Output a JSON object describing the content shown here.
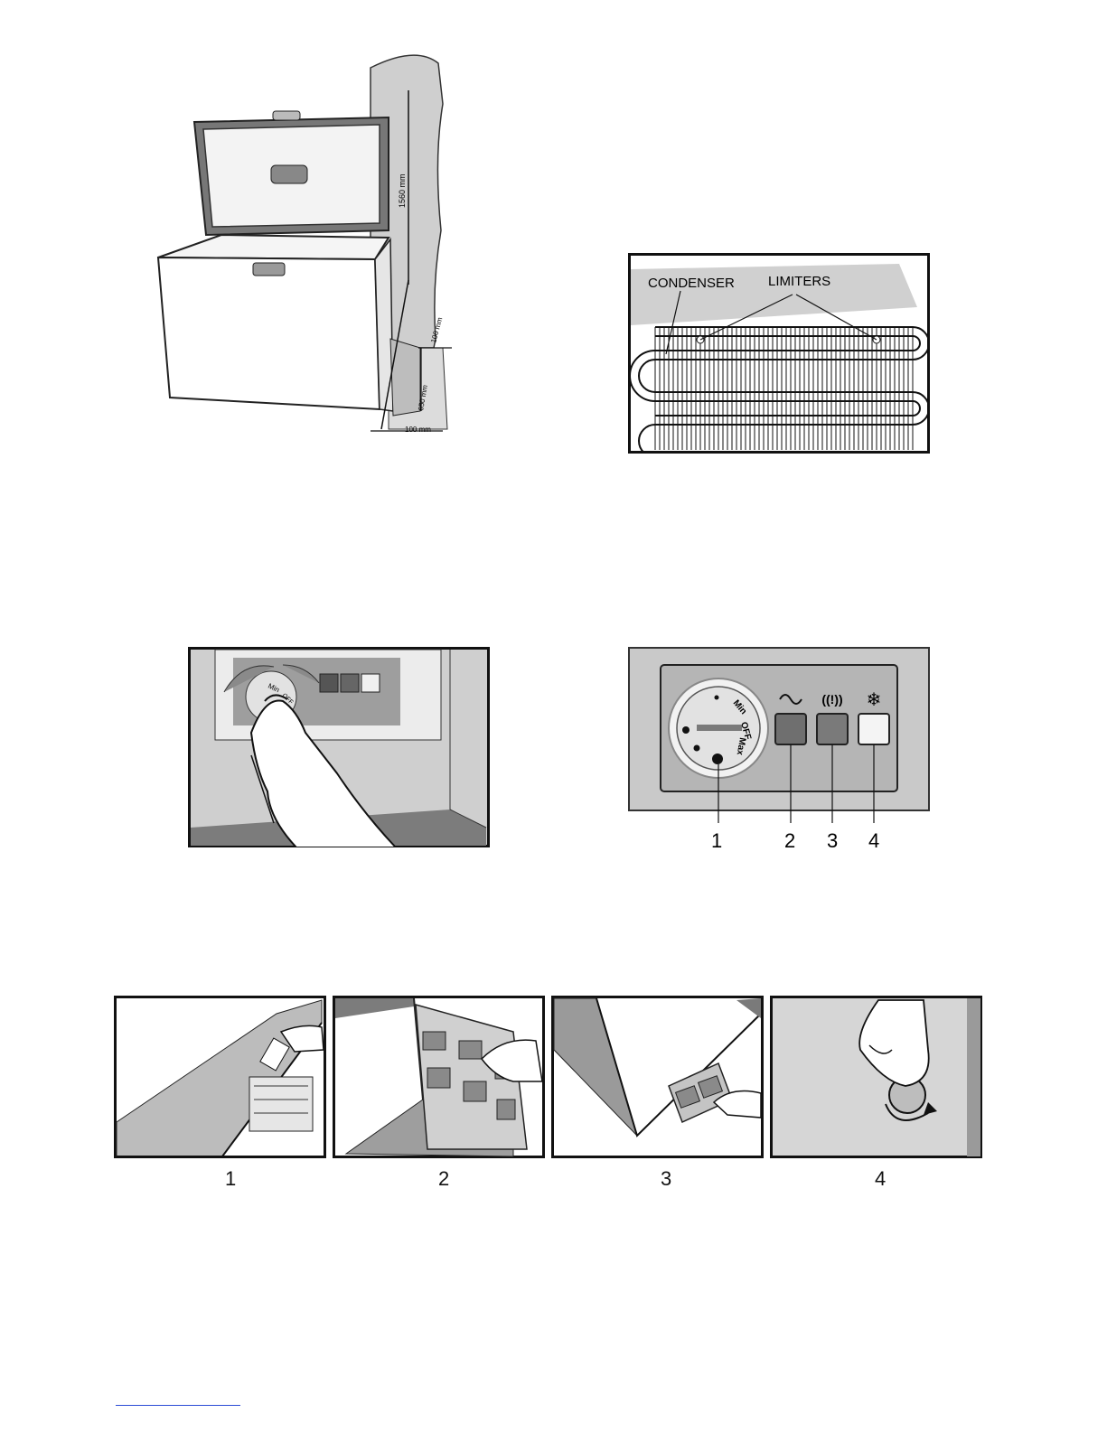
{
  "figure1": {
    "dim_height": "1560 mm",
    "dim_top_clearance": "100 mm",
    "dim_side_height": "650 mm",
    "dim_side_clearance": "100 mm"
  },
  "figure2": {
    "condenser_label": "CONDENSER",
    "limiters_label": "LIMITERS"
  },
  "figure3": {
    "dial_min": "Min",
    "dial_off": "OFF"
  },
  "figure4": {
    "dial_min": "Min",
    "dial_off": "OFF",
    "dial_max": "Max",
    "icons": [
      "power-wave-icon",
      "alarm-icon",
      "snowflake-icon"
    ],
    "callouts": [
      "1",
      "2",
      "3",
      "4"
    ]
  },
  "steps": {
    "labels": [
      "1",
      "2",
      "3",
      "4"
    ]
  }
}
